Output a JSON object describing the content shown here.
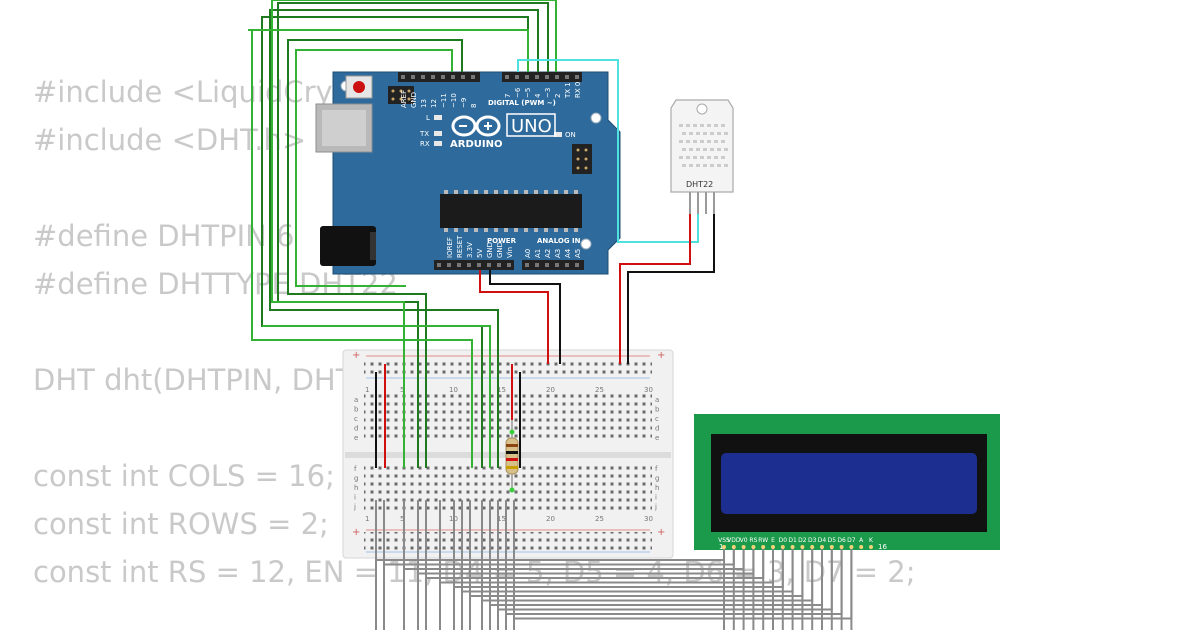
{
  "code_lines": [
    "#include <LiquidCrystal.h>",
    "#include <DHT.h>",
    "",
    "#define DHTPIN 6",
    "#define DHTTYPE DHT22",
    "",
    "DHT dht(DHTPIN, DHTTYPE);",
    "",
    "const int COLS = 16;",
    "const int ROWS = 2;",
    "const int RS = 12, EN = 11, D4 = 5, D5 = 4, D6 = 3, D7 = 2;"
  ],
  "arduino": {
    "model_label": "UNO",
    "brand_label": "ARDUINO",
    "digital_header_label": "DIGITAL (PWM ~)",
    "power_header_label": "POWER",
    "analog_header_label": "ANALOG IN",
    "led_l_label": "L",
    "led_tx_label": "TX",
    "led_rx_label": "RX",
    "led_on_label": "ON",
    "digital_pins_left": [
      "AREF",
      "GND",
      "13",
      "12",
      "~11",
      "~10",
      "~9",
      "8"
    ],
    "digital_pins_right": [
      "7",
      "~6",
      "~5",
      "4",
      "~3",
      "2",
      "TX 1",
      "RX 0"
    ],
    "power_pins": [
      "IOREF",
      "RESET",
      "3.3V",
      "5V",
      "GND",
      "GND",
      "Vin"
    ],
    "analog_pins": [
      "A0",
      "A1",
      "A2",
      "A3",
      "A4",
      "A5"
    ]
  },
  "sensor": {
    "label": "DHT22"
  },
  "breadboard": {
    "column_numbers": [
      "1",
      "5",
      "10",
      "15",
      "20",
      "25",
      "30"
    ],
    "row_letters_top": [
      "a",
      "b",
      "c",
      "d",
      "e"
    ],
    "row_letters_bottom": [
      "f",
      "g",
      "h",
      "i",
      "j"
    ]
  },
  "lcd": {
    "pin_labels": [
      "VSS",
      "VDD",
      "V0",
      "RS",
      "RW",
      "E",
      "D0",
      "D1",
      "D2",
      "D3",
      "D4",
      "D5",
      "D6",
      "D7",
      "A",
      "K"
    ],
    "first_pin_number": "1",
    "last_pin_number": "16"
  },
  "colors": {
    "board": "#2e6b9c",
    "wire_dark_green": "#1f7a1f",
    "wire_green": "#34b234",
    "wire_cyan": "#4fe0e0",
    "wire_red": "#d01010",
    "wire_black": "#111111",
    "wire_gray": "#8a8a8a",
    "lcd_pcb": "#1a9a4a",
    "lcd_screen": "#1c2e8f"
  }
}
